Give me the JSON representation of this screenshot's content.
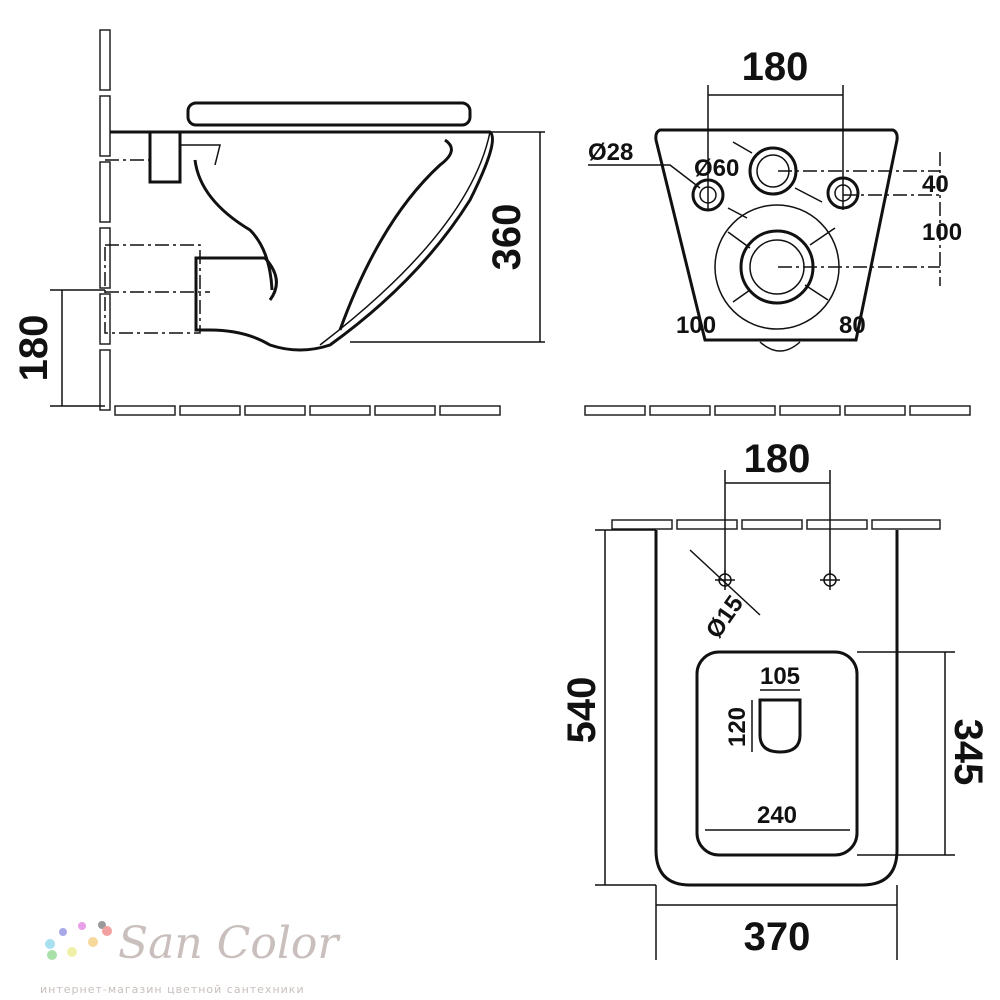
{
  "side_view": {
    "height_label": "360",
    "inlet_height_label": "180"
  },
  "back_view": {
    "bolt_spacing_label": "180",
    "bolt_hole_diameter_label": "Ø28",
    "inlet_diameter_label": "Ø60",
    "inlet_offset_label": "40",
    "outlet_offset_label": "100",
    "outlet_diameter_label": "100",
    "outlet_inner_label": "80"
  },
  "top_view": {
    "bolt_spacing_label": "180",
    "bolt_diameter_label": "Ø15",
    "length_label": "540",
    "bowl_opening_width_label": "105",
    "bowl_opening_length_label": "120",
    "seat_length_label": "345",
    "seat_inner_width_label": "240",
    "width_label": "370"
  },
  "watermark": {
    "brand": "San Color",
    "tagline": "интернет-магазин цветной сантехники"
  }
}
